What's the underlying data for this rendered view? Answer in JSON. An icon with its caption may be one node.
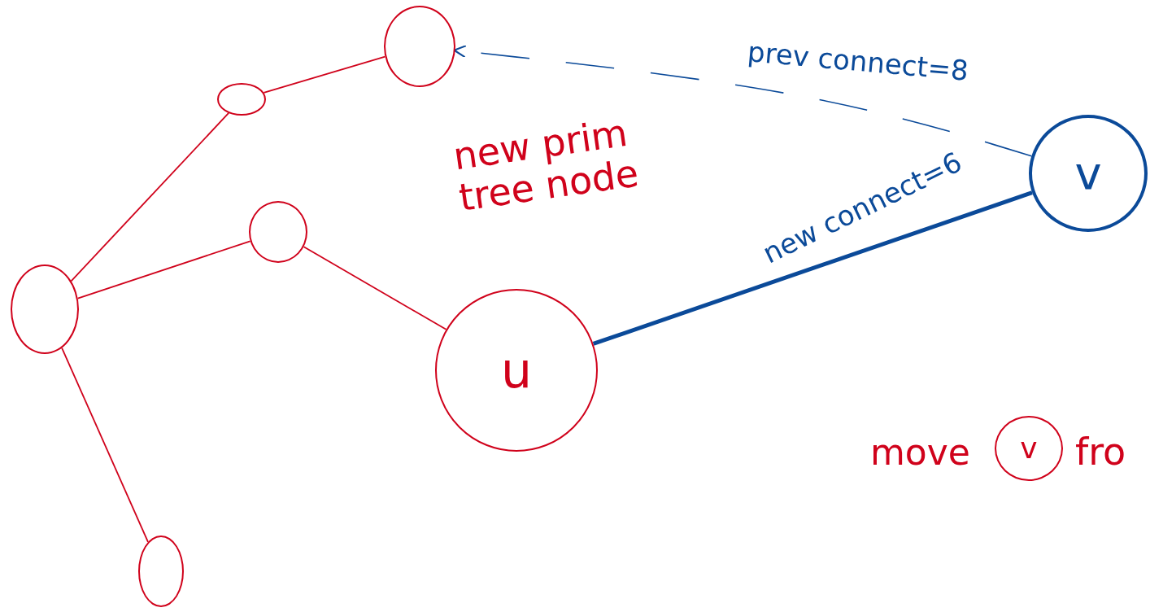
{
  "diagram": {
    "nodes": [
      {
        "text": [],
        "shape": "circle"
      },
      {
        "text": [],
        "shape": "circle"
      },
      {
        "text": [],
        "shape": "circle"
      },
      {
        "text": [],
        "shape": "circle"
      },
      {
        "text": [],
        "shape": "circle"
      },
      {
        "text": [
          "u"
        ]
      },
      {
        "text": [
          "v"
        ]
      },
      {
        "text": [
          "v"
        ]
      }
    ],
    "edges": [
      {
        "from": 3,
        "to": 1,
        "arrow": "none"
      },
      {
        "from": 1,
        "to": 0,
        "arrow": "none"
      },
      {
        "from": 3,
        "to": 2,
        "arrow": "none"
      },
      {
        "from": 2,
        "to": 5,
        "arrow": "none"
      },
      {
        "from": 3,
        "to": 4,
        "arrow": "none"
      },
      {
        "from": 5,
        "to": 6,
        "arrow": "none",
        "label": "new connect=6",
        "color": "#0b4a99",
        "style": "thick"
      },
      {
        "from": 6,
        "to": 0,
        "arrow": "to",
        "label": "prev connect=8",
        "color": "#0b4a99",
        "style": "dashed"
      }
    ],
    "labels": [
      "new prim tree node",
      "move",
      "fro"
    ]
  }
}
